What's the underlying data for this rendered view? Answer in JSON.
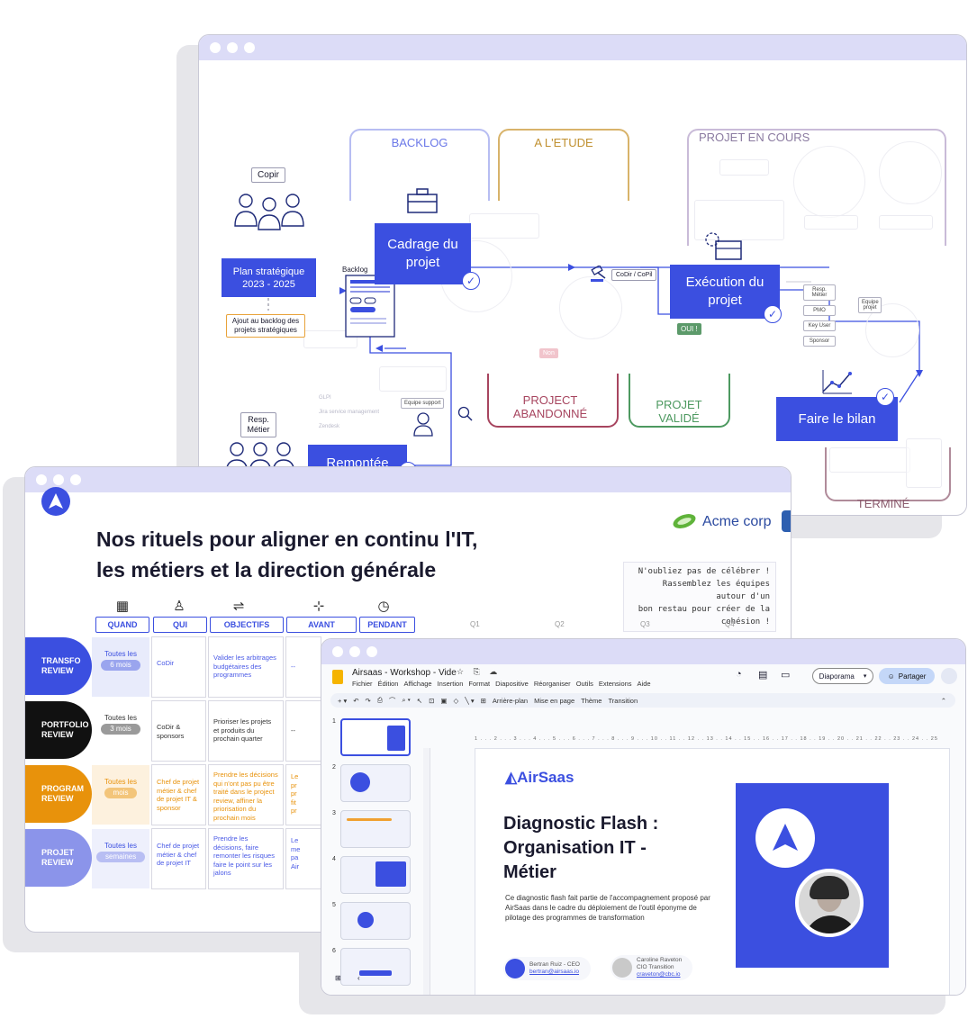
{
  "workflow": {
    "columns": {
      "backlog": "BACKLOG",
      "etude": "A L'ETUDE",
      "en_cours": "PROJET EN COURS",
      "abandonne": "PROJECT ABANDONNÉ",
      "valide": "PROJET VALIDÉ",
      "termine": "TERMINÉ"
    },
    "boxes": {
      "cadrage": "Cadrage du projet",
      "execution": "Exécution du projet",
      "bilan": "Faire le bilan",
      "remontee": "Remontée d'un ticket",
      "plan": "Plan stratégique 2023 - 2025"
    },
    "labels": {
      "copir": "Copir",
      "backlog_small": "Backlog",
      "ajout": "Ajout au backlog des projets stratégiques",
      "codir_copil": "CoDir / CoPil",
      "oui": "OUI !",
      "non": "Non",
      "equipe_support": "Equipe support",
      "resp_metier": "Resp. Métier",
      "equipe_projet": "Equipe projet",
      "roles": [
        "Resp. Métier",
        "PMO",
        "Key User",
        "Sponsor"
      ],
      "tools": [
        "GLPI",
        "Jira service management",
        "Zendesk"
      ]
    }
  },
  "rituals": {
    "title_line1": "Nos rituels pour aligner en continu l'IT,",
    "title_line2": "les métiers et la direction générale",
    "brand": "Acme corp",
    "note": [
      "N'oubliez pas de célébrer !",
      "Rassemblez les équipes autour d'un",
      "bon restau pour créer de la cohésion !"
    ],
    "headers": [
      "QUAND",
      "QUI",
      "OBJECTIFS",
      "AVANT",
      "PENDANT"
    ],
    "quarters": [
      "Q1",
      "Q2",
      "Q3",
      "Q4"
    ],
    "rows": [
      {
        "name": "TRANSFO REVIEW",
        "when": "Toutes les",
        "period": "6 mois",
        "who": "CoDir",
        "objective": "Valider les arbitrages budgétaires des programmes",
        "avant": "--",
        "color": "#3b4fe0",
        "tint": "#e8ebfb",
        "tag": "#9aa5ee"
      },
      {
        "name": "PORTFOLIO REVIEW",
        "when": "Toutes les",
        "period": "3 mois",
        "who": "CoDir & sponsors",
        "objective": "Prioriser les projets et produits du prochain quarter",
        "avant": "--",
        "color": "#111111",
        "tint": "#ffffff",
        "tag": "#9a9a9a"
      },
      {
        "name": "PROGRAM REVIEW",
        "when": "Toutes les",
        "period": "mois",
        "who": "Chef de projet métier & chef de projet IT & sponsor",
        "objective": "Prendre les décisions qui n'ont pas pu être traité dans le project review, affiner la priorisation du prochain mois",
        "avant": "Le pr pr fit pr",
        "color": "#e8920b",
        "tint": "#fdf1de",
        "tag": "#f3c57a"
      },
      {
        "name": "PROJET REVIEW",
        "when": "Toutes les",
        "period": "semaines",
        "who": "Chef de projet métier & chef de projet IT",
        "objective": "Prendre les décisions, faire remonter les risques faire le point sur les jalons",
        "avant": "Le me pa Air",
        "color": "#8b94ea",
        "tint": "#eef0fc",
        "tag": "#b8bef3"
      }
    ]
  },
  "slides": {
    "doc_title": "Airsaas - Workshop - Vide",
    "menu": [
      "Fichier",
      "Édition",
      "Affichage",
      "Insertion",
      "Format",
      "Diapositive",
      "Réorganiser",
      "Outils",
      "Extensions",
      "Aide"
    ],
    "toolbar": [
      "Arrière-plan",
      "Mise en page",
      "Thème",
      "Transition"
    ],
    "btn_present": "Diaporama",
    "btn_share": "Partager",
    "thumb_numbers": [
      "1",
      "2",
      "3",
      "4",
      "5",
      "6"
    ],
    "ruler": "1 . . . 2 . . . 3 . . . 4 . . . 5 . . . 6 . . . 7 . . . 8 . . . 9 . . . 10 . . 11 . . 12 . . 13 . . 14 . . 15 . . 16 . . 17 . . 18 . . 19 . . 20 . . 21 . . 22 . . 23 . . 24 . . 25",
    "logo": "AirSaas",
    "title": "Diagnostic Flash : Organisation IT - Métier",
    "body": "Ce diagnostic flash fait partie de l'accompagnement proposé par AirSaas dans le cadre du déploiement de l'outil éponyme de pilotage des programmes de transformation",
    "people": [
      {
        "name": "Bertran Ruiz - CEO",
        "email": "bertran@airsaas.io"
      },
      {
        "name": "Caroline Raveton",
        "role": "CIO Transition",
        "email": "craveton@cbc.io"
      }
    ]
  }
}
